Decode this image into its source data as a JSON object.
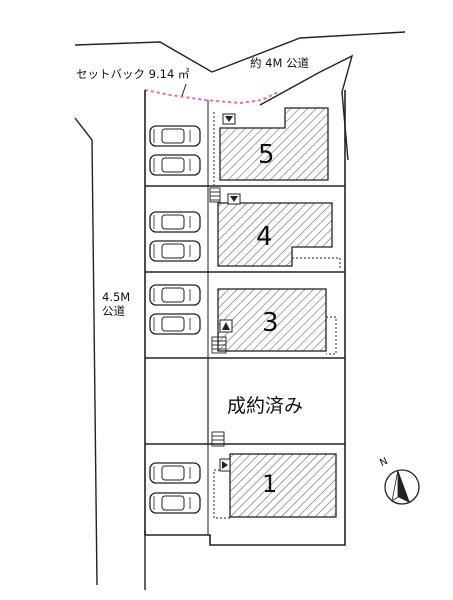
{
  "labels": {
    "setback": "セットバック 9.14 ㎡",
    "road_north": "約 4M 公道",
    "road_west_1": "4.5M",
    "road_west_2": "公道",
    "sold": "成約済み",
    "compass": "N"
  },
  "lots": [
    {
      "number": "5"
    },
    {
      "number": "4"
    },
    {
      "number": "3"
    },
    {
      "number": "1"
    }
  ],
  "colors": {
    "line": "#222222",
    "hatch": "#666666",
    "setback_line": "#e26bb3"
  },
  "icons": [
    "car-icon",
    "north-compass-icon",
    "entrance-arrow-icon",
    "stairs-icon"
  ]
}
